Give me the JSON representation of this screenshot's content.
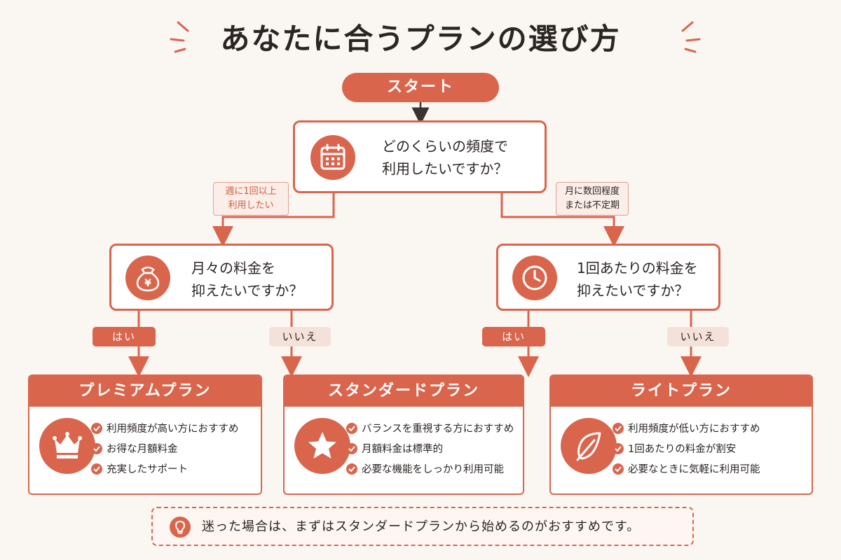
{
  "title": "あなたに合うプランの選び方",
  "start": "スタート",
  "questions": {
    "q1": "どのくらいの頻度で\n利用したいですか？",
    "q2": "月々の料金を\n抑えたいですか？",
    "q3": "1回あたりの料金を\n抑えたいですか？"
  },
  "branches": {
    "left": "週に1回以上\n利用したい",
    "right": "月に数回程度\nまたは不定期"
  },
  "answers": {
    "yes": "はい",
    "no": "いいえ"
  },
  "plans": [
    {
      "name": "プレミアムプラン",
      "icon": "crown-icon",
      "features": [
        "利用頻度が高い方におすすめ",
        "お得な月額料金",
        "充実したサポート"
      ]
    },
    {
      "name": "スタンダードプラン",
      "icon": "star-icon",
      "features": [
        "バランスを重視する方におすすめ",
        "月額料金は標準的",
        "必要な機能をしっかり利用可能"
      ]
    },
    {
      "name": "ライトプラン",
      "icon": "leaf-icon",
      "features": [
        "利用頻度が低い方におすすめ",
        "1回あたりの料金が割安",
        "必要なときに気軽に利用可能"
      ]
    }
  ],
  "tip": "迷った場合は、まずはスタンダードプランから始めるのがおすすめです。",
  "colors": {
    "accent": "#d9654c",
    "background": "#faf7f3",
    "soft": "#f4e2da"
  }
}
